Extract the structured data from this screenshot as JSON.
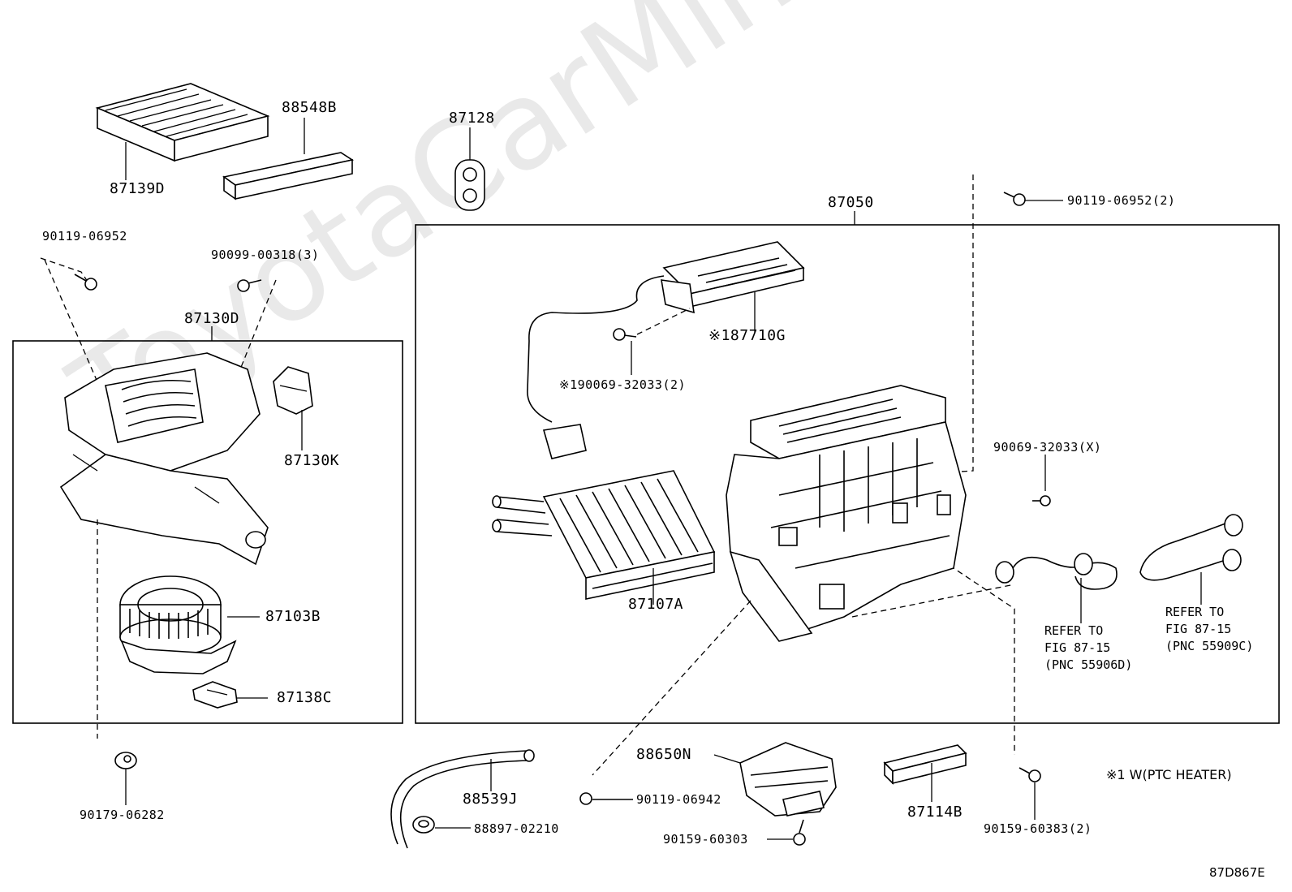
{
  "watermark": "ToyotaCarMine.ru",
  "diagram_code": "87D867E",
  "footnote": "※1 W(PTC HEATER)",
  "labels": {
    "p87139D": "87139D",
    "p88548B": "88548B",
    "p87128": "87128",
    "p87050": "87050",
    "p90119_06952_2": "90119-06952(2)",
    "p90119_06952": "90119-06952",
    "p90099_00318": "90099-00318(3)",
    "p87130D": "87130D",
    "p87130K": "87130K",
    "p87103B": "87103B",
    "p87138C": "87138C",
    "p90179_06282": "90179-06282",
    "p87710G": "※187710G",
    "p90069_32033_2": "※190069-32033(2)",
    "p90069_32033_X": "90069-32033(X)",
    "p87107A": "87107A",
    "p88539J": "88539J",
    "p88897_02210": "88897-02210",
    "p88650N": "88650N",
    "p90119_06942": "90119-06942",
    "p90159_60303": "90159-60303",
    "p87114B": "87114B",
    "p90159_60383": "90159-60383(2)"
  },
  "refer1": [
    "REFER TO",
    "FIG 87-15",
    "(PNC 55906D)"
  ],
  "refer2": [
    "REFER TO",
    "FIG 87-15",
    "(PNC 55909C)"
  ]
}
